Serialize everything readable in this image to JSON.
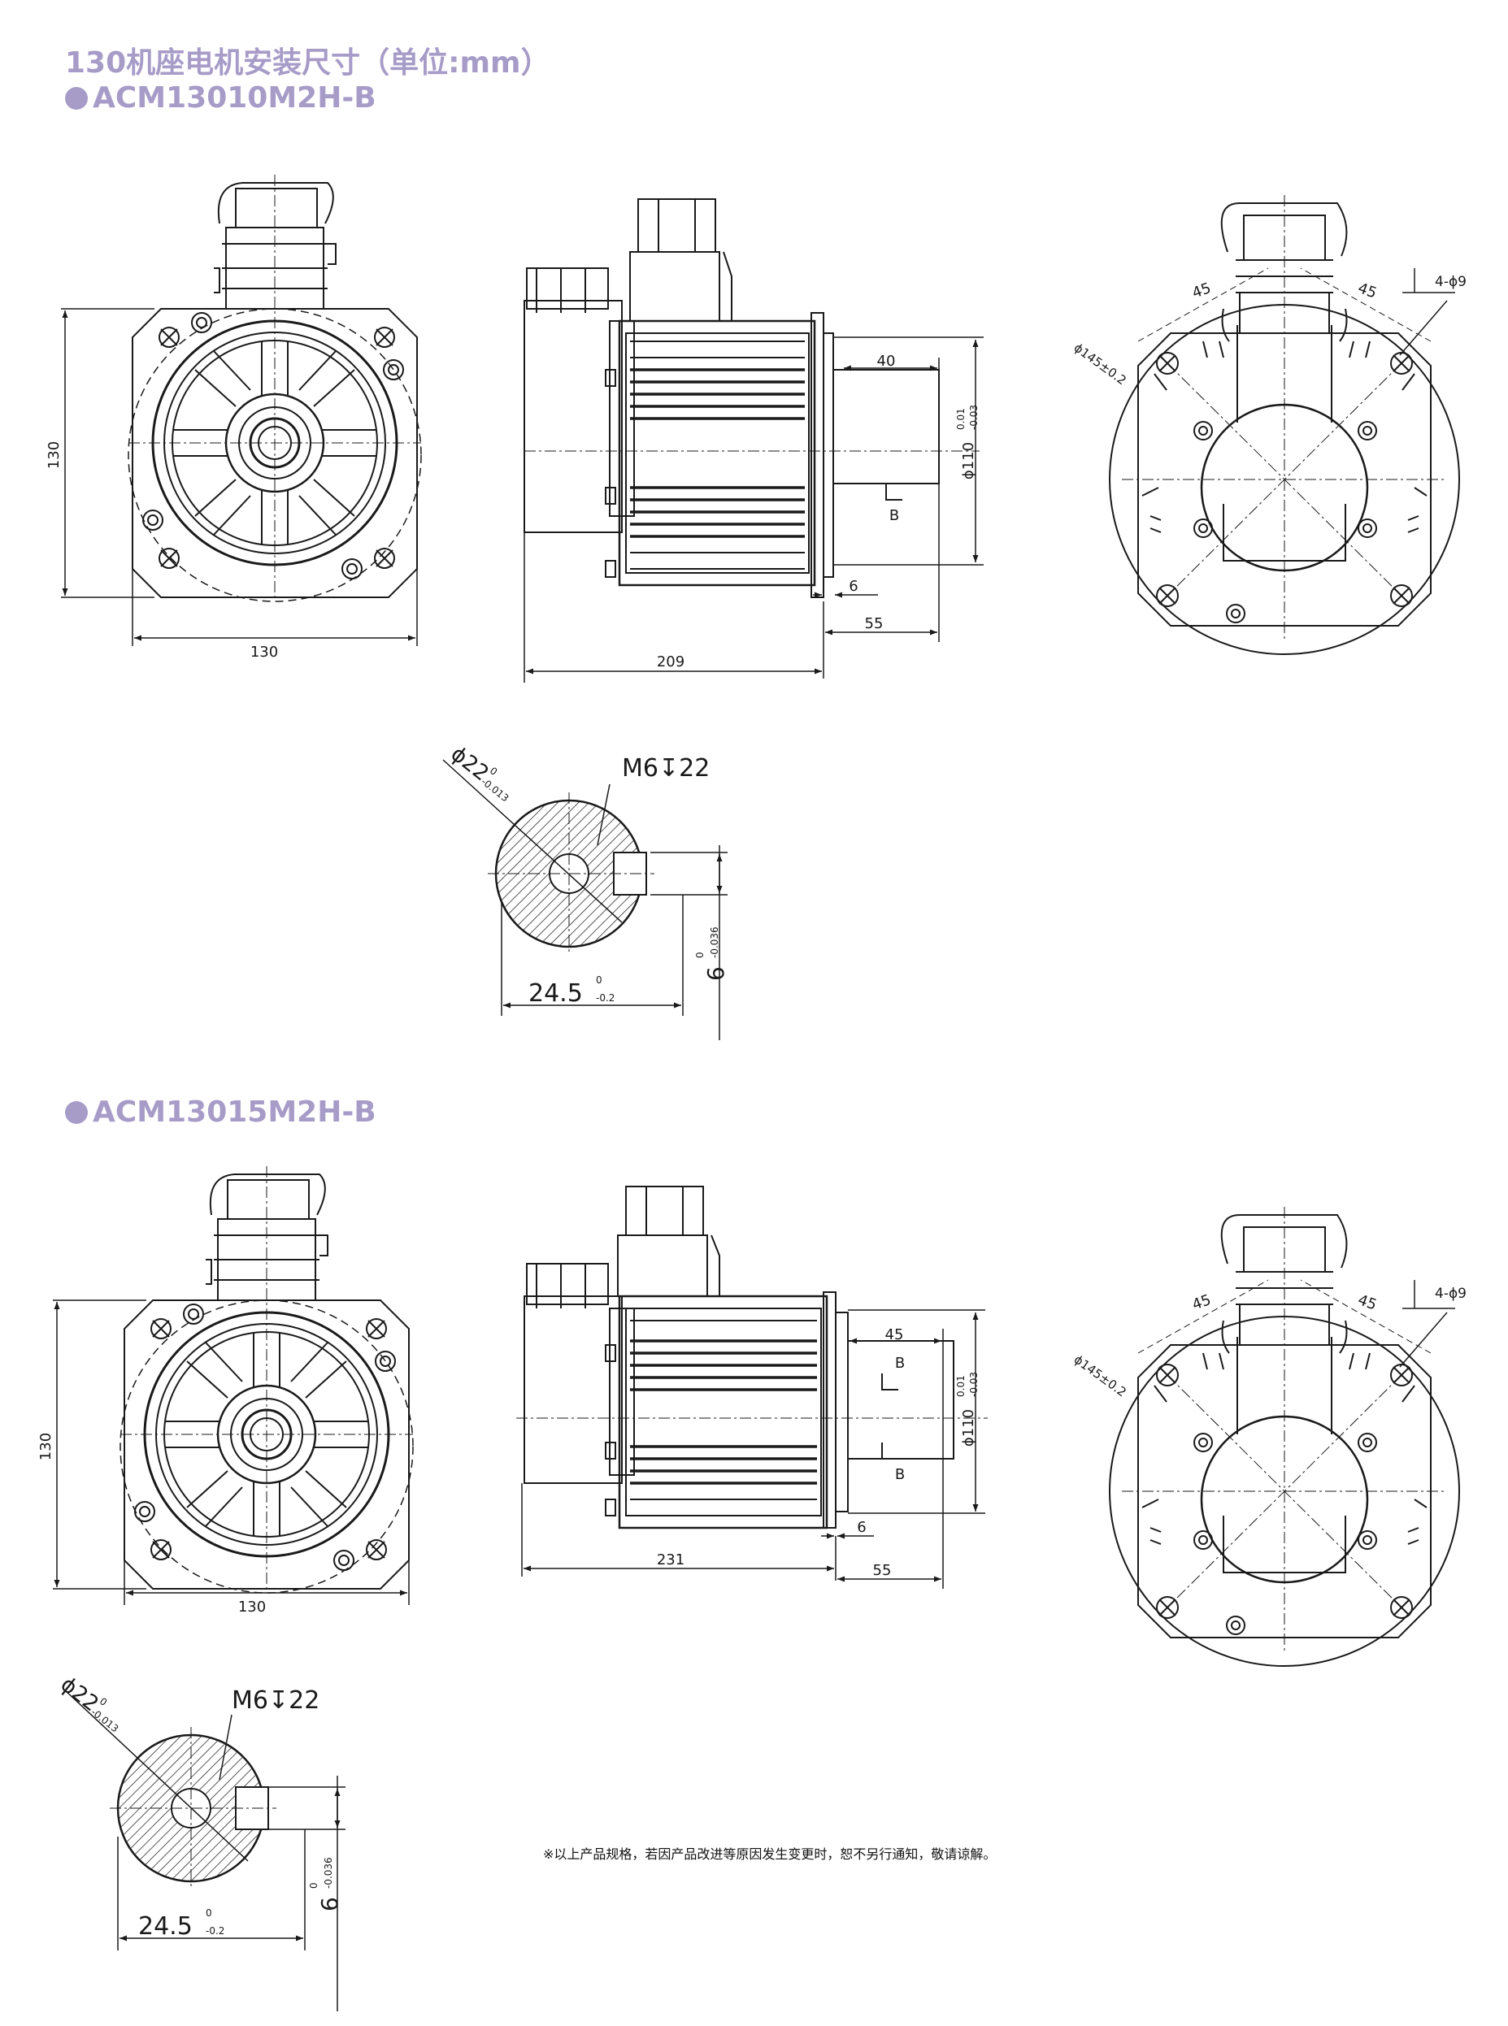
{
  "header": {
    "title": "130机座电机安装尺寸（单位:mm）",
    "model1": "ACM13010M2H-B",
    "model2": "ACM13015M2H-B"
  },
  "dims": {
    "front_h": "130",
    "front_w": "130",
    "len1": "209",
    "len2": "231",
    "shaft_len1": "40",
    "shaft_len2": "45",
    "shaft_total": "55",
    "flange_step": "6",
    "pilot": "ϕ110",
    "pilot_tol_up": "0.01",
    "pilot_tol_dn": "-0.03",
    "section": "B",
    "angle": "45",
    "holes": "4-ϕ9",
    "pcd": "ϕ145±0.2",
    "shaft_dia": "ϕ22",
    "shaft_tol_up": "0",
    "shaft_tol_dn": "-0.013",
    "thread": "M6↧22",
    "key_depth": "24.5",
    "key_depth_tol_up": "0",
    "key_depth_tol_dn": "-0.2",
    "key_width": "6",
    "key_width_tol_up": "0",
    "key_width_tol_dn": "-0.036"
  },
  "note": "※以上产品规格，若因产品改进等原因发生变更时，恕不另行通知，敬请谅解。",
  "colors": {
    "accent": "#a79bc8",
    "line": "#1a1a1a"
  }
}
